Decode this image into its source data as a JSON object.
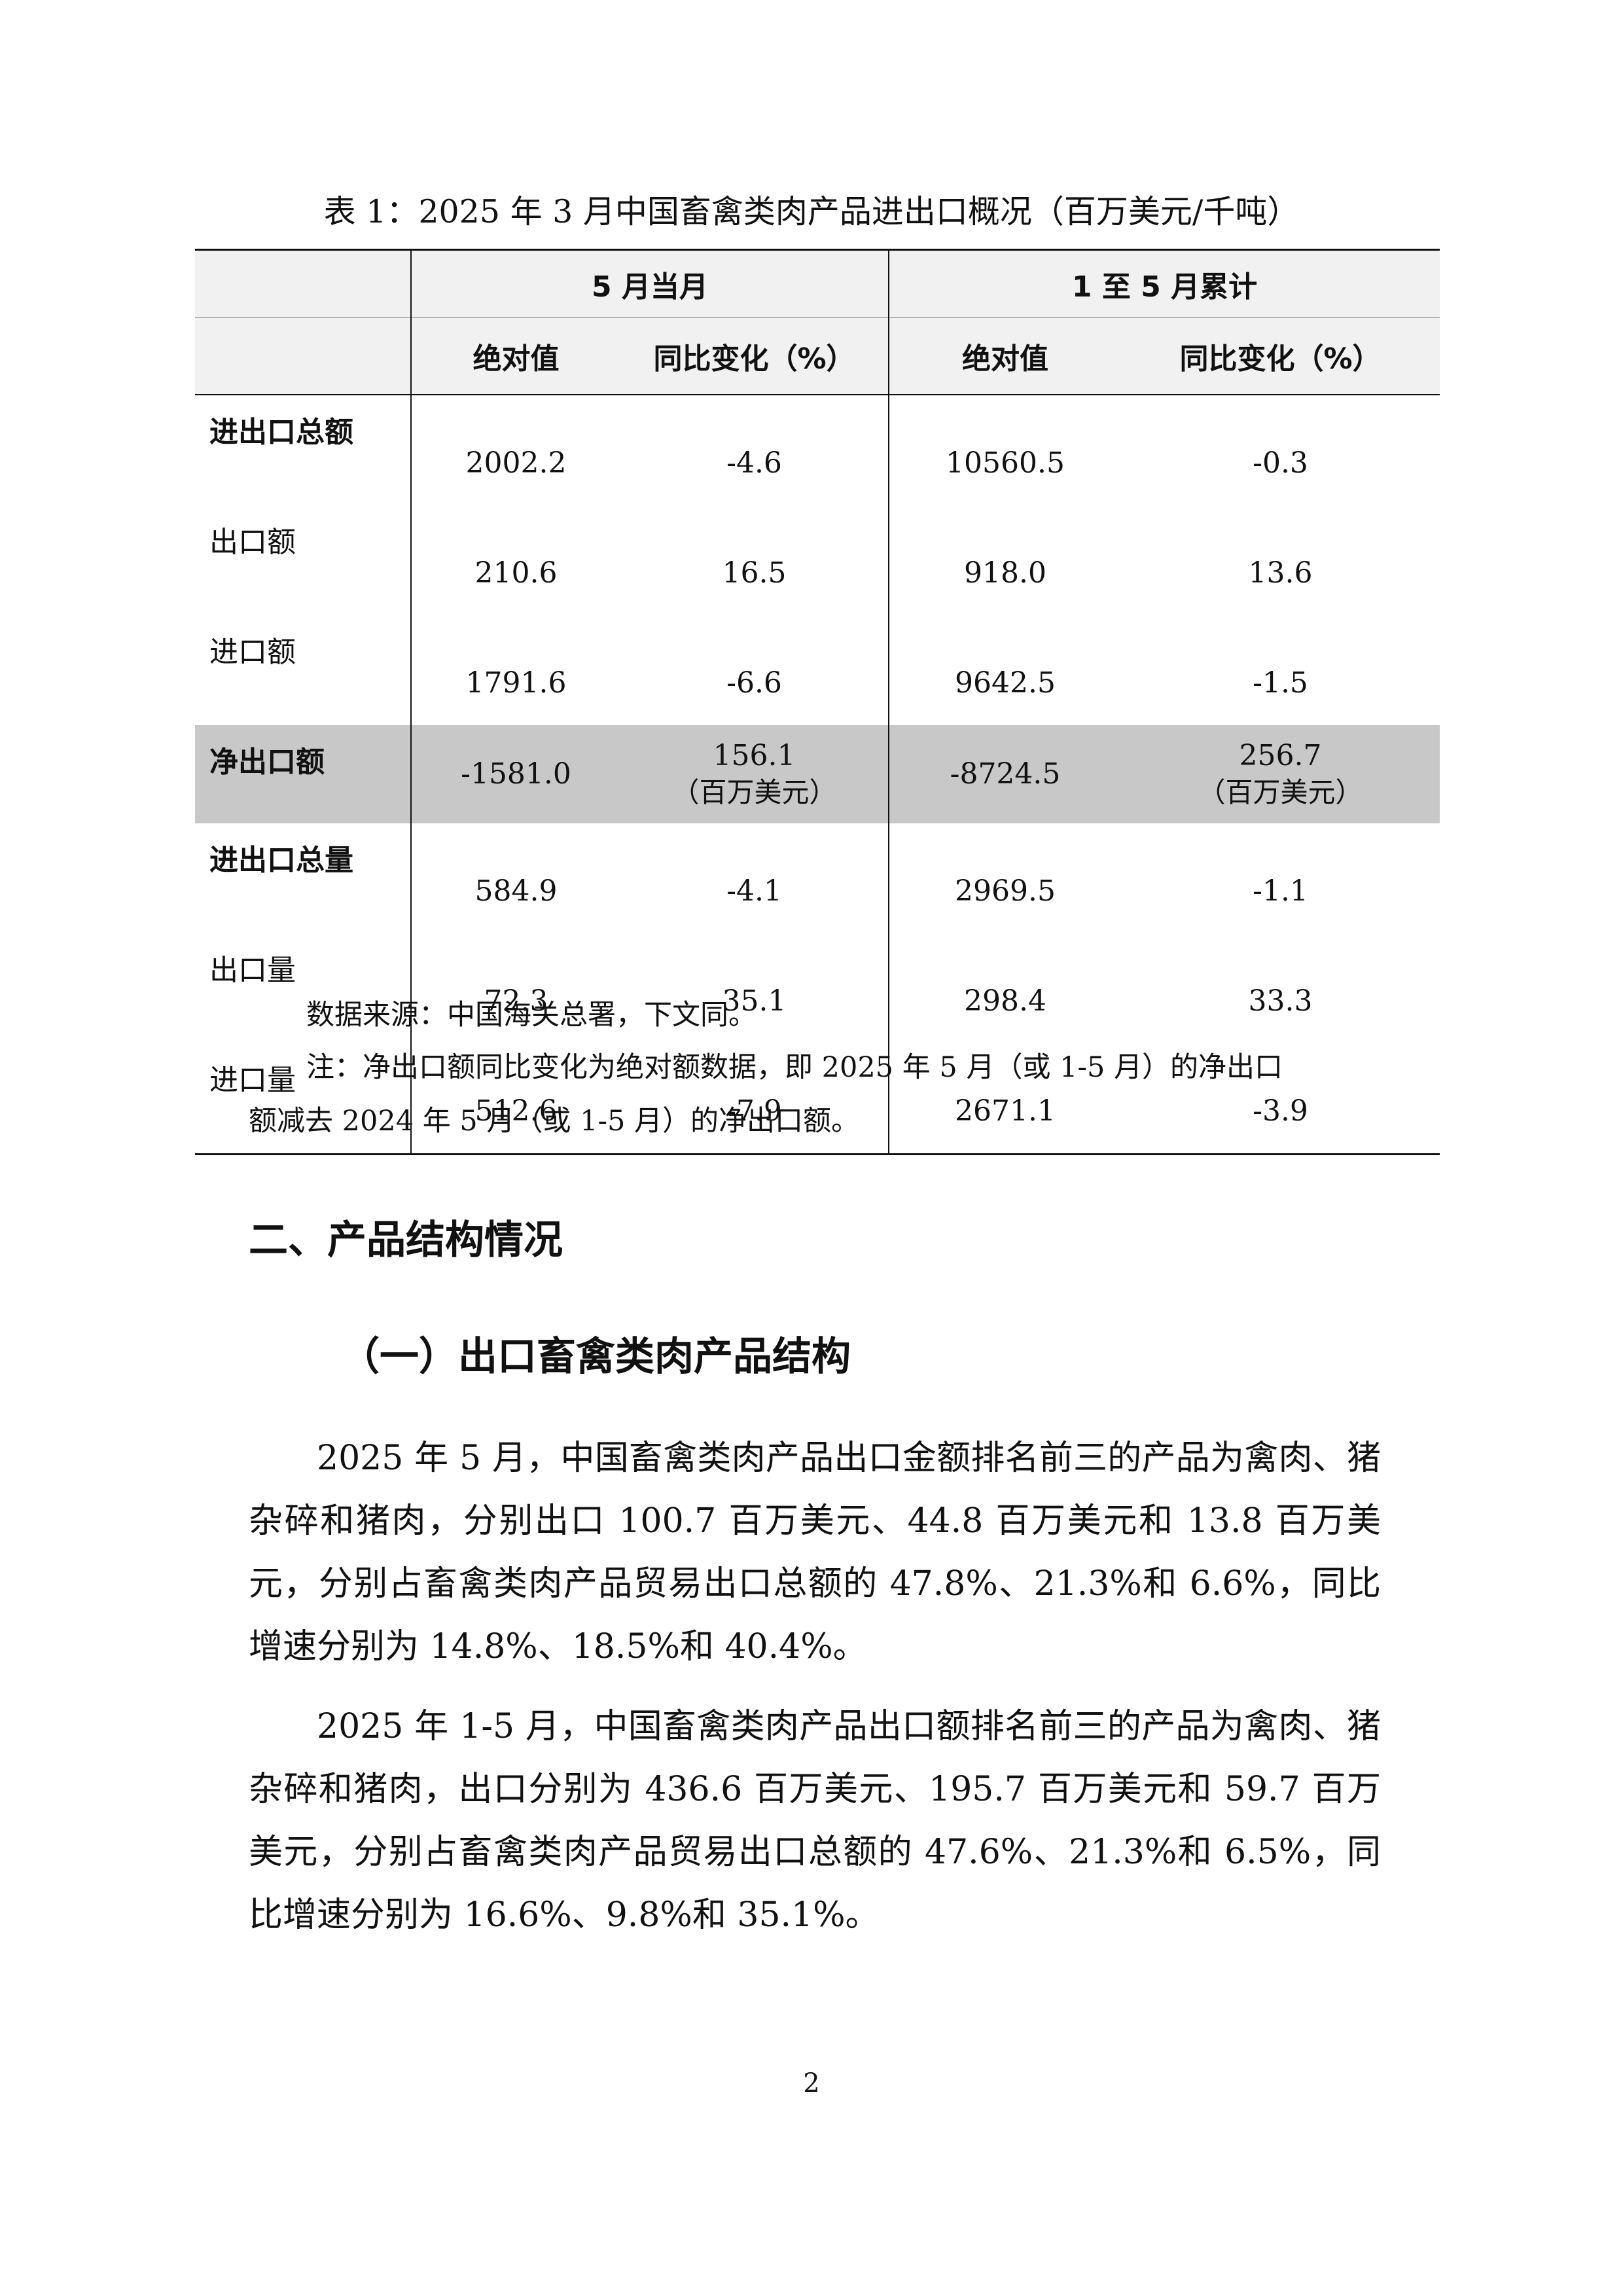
{
  "table": {
    "caption": "表 1：2025 年 3 月中国畜禽类肉产品进出口概况（百万美元/千吨）",
    "group_headers": [
      "5 月当月",
      "1 至 5 月累计"
    ],
    "sub_headers": [
      "绝对值",
      "同比变化（%）",
      "绝对值",
      "同比变化（%）"
    ],
    "rows": [
      {
        "label": "进出口总额",
        "values": [
          "2002.2",
          "-4.6",
          "10560.5",
          "-0.3"
        ]
      },
      {
        "label": "出口额",
        "values": [
          "210.6",
          "16.5",
          "918.0",
          "13.6"
        ]
      },
      {
        "label": "进口额",
        "values": [
          "1791.6",
          "-6.6",
          "9642.5",
          "-1.5"
        ]
      },
      {
        "label": "净出口额",
        "values": [
          "-1581.0",
          "156.1",
          "-8724.5",
          "256.7"
        ],
        "units": [
          "（百万美元）",
          "（百万美元）"
        ]
      },
      {
        "label": "进出口总量",
        "values": [
          "584.9",
          "-4.1",
          "2969.5",
          "-1.1"
        ]
      },
      {
        "label": "出口量",
        "values": [
          "72.3",
          "35.1",
          "298.4",
          "33.3"
        ]
      },
      {
        "label": "进口量",
        "values": [
          "512.6",
          "-7.9",
          "2671.1",
          "-3.9"
        ]
      }
    ]
  },
  "notes": {
    "source": "数据来源：中国海关总署，下文同。",
    "note_line1": "注：净出口额同比变化为绝对额数据，即 2025 年 5 月（或 1-5 月）的净出口",
    "note_line2": "额减去 2024 年 5 月（或 1-5 月）的净出口额。"
  },
  "section": {
    "heading": "二、产品结构情况",
    "subheading": "（一）出口畜禽类肉产品结构"
  },
  "paragraphs": [
    "2025 年 5 月，中国畜禽类肉产品出口金额排名前三的产品为禽肉、猪杂碎和猪肉，分别出口 100.7 百万美元、44.8 百万美元和 13.8 百万美元，分别占畜禽类肉产品贸易出口总额的 47.8%、21.3%和 6.6%，同比增速分别为 14.8%、18.5%和 40.4%。",
    "2025 年 1-5 月，中国畜禽类肉产品出口额排名前三的产品为禽肉、猪杂碎和猪肉，出口分别为 436.6 百万美元、195.7 百万美元和 59.7 百万美元，分别占畜禽类肉产品贸易出口总额的 47.6%、21.3%和 6.5%，同比增速分别为 16.6%、9.8%和 35.1%。"
  ],
  "page_number": "2"
}
